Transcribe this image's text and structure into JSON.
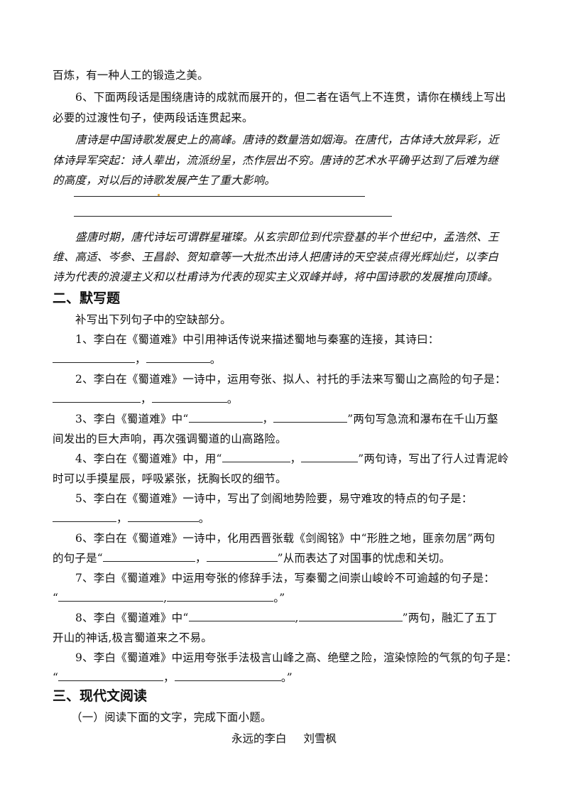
{
  "lines": {
    "l1": "百炼，有一种人工的锻造之美。",
    "q6_a": "6、下面两段话是围绕唐诗的成就而展开的，但二者在语气上不连贯，请你在横线上写出",
    "q6_b": "必要的过渡性句子，使两段话连贯起来。",
    "p1_a": "唐诗是中国诗歌发展史上的高峰。唐诗的数量浩如烟海。在唐代，古体诗大放异彩，近",
    "p1_b": "体诗异军突起：诗人辈出，流派纷呈，杰作层出不穷。唐诗的艺术水平确乎达到了后难为继",
    "p1_c": "的高度，对以后的诗歌发展产生了重大影响。",
    "p2_a": "盛唐时期，唐代诗坛可谓群星璀璨。从玄宗即位到代宗登基的半个世纪中，孟浩然、王",
    "p2_b": "维、高适、岑参、王昌龄、贺知章等一大批杰出诗人把唐诗的天空装点得光辉灿烂，以李白",
    "p2_c": "诗为代表的浪漫主义和以杜甫诗为代表的现实主义双峰并峙，将中国诗歌的发展推向顶峰。"
  },
  "section2": {
    "heading": "二、默写题",
    "intro": "补写出下列句子中的空缺部分。",
    "q1_a": "1、李白在《蜀道难》中引用神话传说来描述蜀地与秦塞的连接，其诗曰：",
    "q2_a": "2、李白在《蜀道难》一诗中，运用夸张、拟人、衬托的手法来写蜀山之高险的句子是：",
    "q3_pre": "3、李白《蜀道难》中“",
    "q3_post": "”两句写急流和瀑布在千山万壑",
    "q3_b": "间发出的巨大声响，再次强调蜀道的山高路险。",
    "q4_pre": "4、李白在《蜀道难》中，用“",
    "q4_post": "”两句诗，写出了行人过青泥岭",
    "q4_b": "时可以手摸星辰，呼吸紧张，抚胸长叹的细节。",
    "q5_a": "5、李白在《蜀道难》一诗中，写出了剑阁地势险要，易守难攻的特点的句子是：",
    "q6_a": "6、李白在《蜀道难》一诗中，化用西晋张载《剑阁铭》中“形胜之地，匪亲勿居”两句",
    "q6_pre": "的句子是“",
    "q6_post": "”从而表达了对国事的忧虑和关切。",
    "q7_a": "7、李白《蜀道难》中运用夸张的修辞手法，写秦蜀之间崇山峻岭不可逾越的句子是：",
    "q8_pre": "8、李白《蜀道难》中“",
    "q8_post": "”两句，融汇了五丁",
    "q8_b": "开山的神话,极言蜀道来之不易。",
    "q9_a": "9、李白《蜀道难》中运用夸张手法极言山峰之高、绝壁之险，渲染惊险的气氛的句子是：",
    "comma": "，",
    "comma_half": ",",
    "period": "。",
    "open_quote": "“",
    "close_period_quote": "。”"
  },
  "section3": {
    "heading": "三、现代文阅读",
    "intro": "（一）阅读下面的文字，完成下面小题。",
    "article_title": "永远的李白",
    "article_author": "刘雪枫"
  }
}
